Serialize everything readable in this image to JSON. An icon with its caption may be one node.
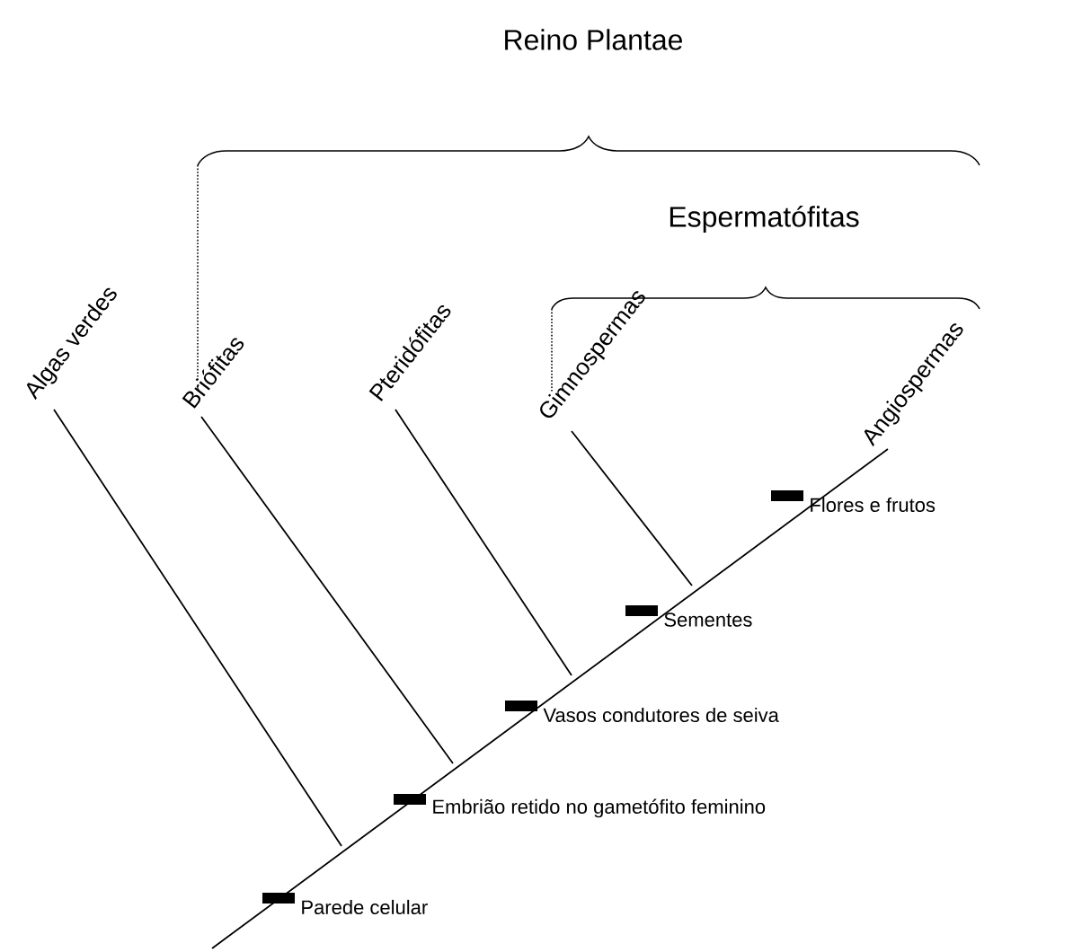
{
  "diagram": {
    "labels": [
      "Reino Plantae",
      "Espermatófitas",
      "Algas verdes",
      "Briófitas",
      "Pteridófitas",
      "Gimnospermas",
      "Angiospermas",
      "Flores e frutos",
      "Sementes",
      "Vasos condutores de seiva",
      "Embrião retido no gametófito feminino",
      "Parede celular"
    ]
  }
}
